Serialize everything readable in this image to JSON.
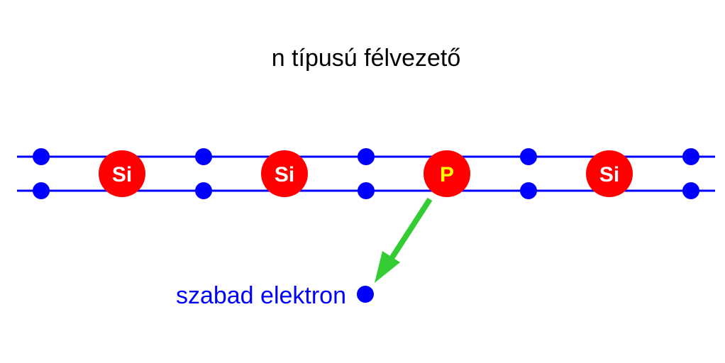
{
  "diagram": {
    "title": "n típusú félvezető",
    "atoms": [
      {
        "label": "Si",
        "kind": "silicon"
      },
      {
        "label": "Si",
        "kind": "silicon"
      },
      {
        "label": "P",
        "kind": "dopant"
      },
      {
        "label": "Si",
        "kind": "silicon"
      }
    ],
    "free_electron_label": "szabad elektron",
    "colors": {
      "bond_line": "#0000ff",
      "electron": "#0000ff",
      "atom_fill": "#ff0000",
      "silicon_text": "#ffffff",
      "dopant_text": "#ffff00",
      "arrow": "#33cc33",
      "free_label": "#0000ff"
    }
  }
}
